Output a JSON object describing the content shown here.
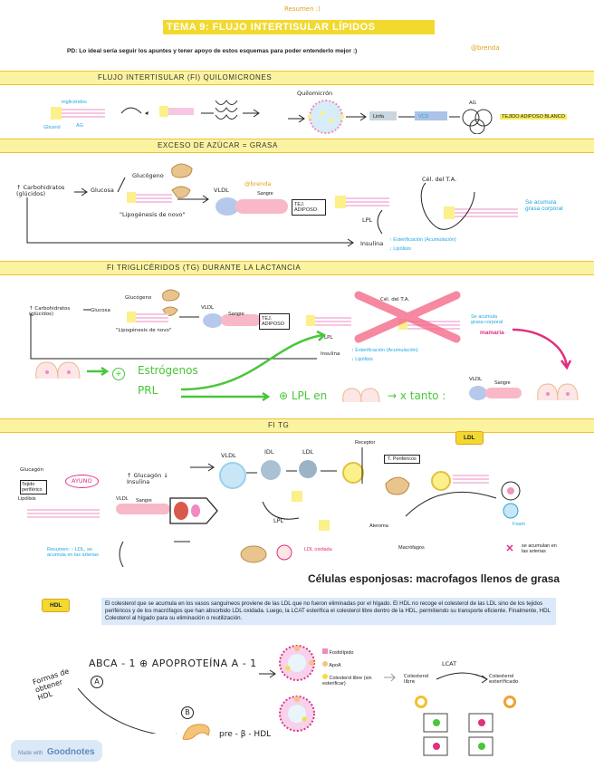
{
  "header": {
    "top_tag": "Resumen :)",
    "title": "TEMA 9: FLUJO INTERTISULAR LÍPIDOS",
    "note": "PD: Lo ideal sería seguir los apuntes y tener apoyo de estos esquemas para poder entenderlo mejor :)",
    "handle": "@brenda"
  },
  "sections": {
    "s1": "FLUJO INTERTISULAR (FI) QUILOMICRONES",
    "s2": "EXCESO DE AZÚCAR = GRASA",
    "s3": "FI TRIGLICÉRIDOS (TG) DURANTE LA LACTANCIA",
    "s4": "FI TG"
  },
  "s1": {
    "trig": "triglicéridos",
    "ag": "AG",
    "glicerol": "Glicerol",
    "quilo": "Quilomicrón",
    "linfa": "Linfa",
    "vcs": "VCS",
    "ag2": "AG",
    "tejido": "TEJIDO ADIPOSO BLANCO"
  },
  "s2": {
    "carb": "↑ Carbohidratos (glúcidos)",
    "glucosa": "Glucosa",
    "glucogeno": "Glucógeno",
    "lipo": "\"Lipogénesis de novo\"",
    "vldl": "VLDL",
    "sangre": "Sangre",
    "tej": "TEJ. ADIPOSO",
    "handle": "@brenda",
    "cel": "Cél. del T.A.",
    "lpl": "LPL",
    "insulina": "Insulina",
    "est": "↑ Esterificación (Acumulación)",
    "lip": "↓ Lipólisis",
    "acum1": "Se acumula",
    "acum2": "grasa corporal"
  },
  "s3": {
    "carb": "↑ Carbohidratos (glúcidos)",
    "glucosa": "Glucosa",
    "glucogeno": "Glucógeno",
    "lipo": "\"Lipogénesis de novo\"",
    "vldl": "VLDL",
    "sangre": "Sangre",
    "tej": "TEJ. ADIPOSO",
    "cel": "Cél. del T.A.",
    "lpl": "LPL",
    "insulina": "Insulina",
    "est": "↑ Esterificación (Acumulación)",
    "lip": "↓ Lipólisis",
    "acum1": "Se acumula",
    "acum2": "grasa corporal",
    "mama": "mamaria",
    "estrogenos": "Estrógenos",
    "prl": "PRL",
    "plus": "+",
    "lpl_en": "⊕ LPL en",
    "tanto": "→ x tanto :",
    "vldl2": "VLDL",
    "sangre2": "Sangre"
  },
  "s4": {
    "ldl_tag": "LDL",
    "glucagon": "Glucagón",
    "tejido": "Tejido periférico",
    "ayuno": "AYUNO",
    "lipolisis": "Lipólisis",
    "g_ins": "↑ Glucagón ↓ Insulina",
    "vldl": "VLDL",
    "idl": "IDL",
    "ldl": "LDL",
    "sangre": "Sangre",
    "lpl": "LPL",
    "receptor": "Receptor",
    "tperif": "T. Periféricos",
    "foam": "Foam",
    "resumen": "Resumen: ↑ LDL, se acumula en las arterias",
    "caption": "Células esponjosas: macrofagos llenos de grasa",
    "ateroma": "Ateroma",
    "oxid": "LDL oxidada",
    "macro": "Macrófagos",
    "acum": "se acumulan en las arterias"
  },
  "hdl": {
    "tag": "HDL",
    "text": "El colesterol que se acumula en los vasos sanguíneos proviene de las LDL que no fueron eliminadas por el hígado. El HDL no recoge el colesterol de las LDL sino de los tejidos periféricos y de los macrófagos que han absorbido LDL oxidada. Luego, la LCAT esterifica el colesterol libre dentro de la HDL, permitiendo su transporte eficiente. Finalmente, HDL Colesterol al hígado para su eliminación o reutilización.",
    "formas": "Formas de obtener HDL",
    "a_label": "A",
    "b_label": "B",
    "abca": "ABCA - 1 ⊕ APOPROTEÍNA A - 1",
    "pre": "pre - β - HDL",
    "leg1": "Fosfolípido",
    "leg2": "ApoA",
    "leg3": "Colesterol libre (sin esterificar)",
    "libre": "Colesterol libre",
    "lcat": "LCAT",
    "ester": "Colesterol esterificado"
  },
  "footer": {
    "made": "Made with",
    "brand": "Goodnotes"
  }
}
